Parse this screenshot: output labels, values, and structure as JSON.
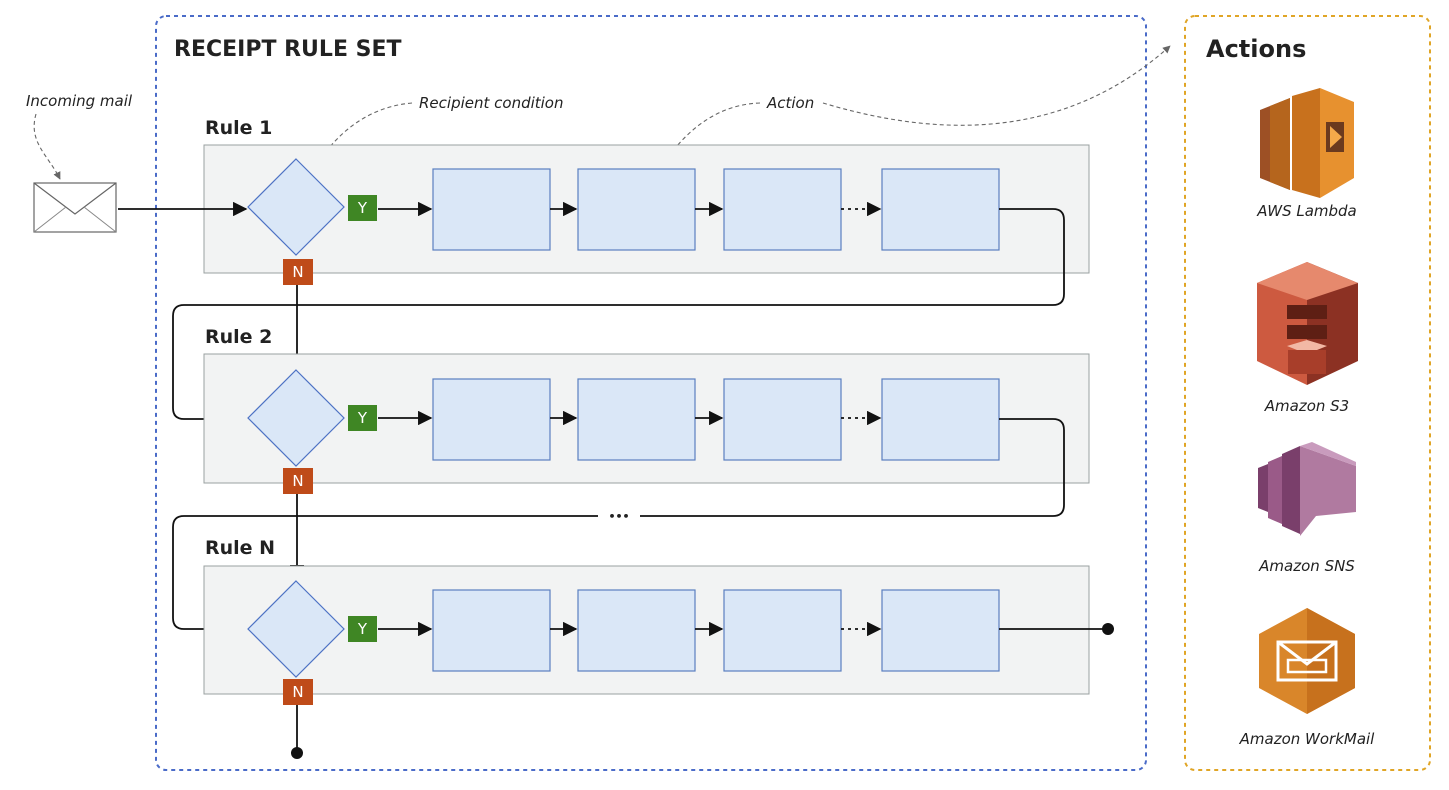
{
  "rule_set": {
    "title": "RECEIPT RULE SET"
  },
  "annotations": {
    "incoming_mail": "Incoming mail",
    "recipient_condition": "Recipient condition",
    "action": "Action"
  },
  "rules": [
    {
      "label": "Rule 1",
      "yes": "Y",
      "no": "N"
    },
    {
      "label": "Rule 2",
      "yes": "Y",
      "no": "N"
    },
    {
      "label": "Rule N",
      "yes": "Y",
      "no": "N"
    }
  ],
  "ellipsis": "•••",
  "actions_panel": {
    "title": "Actions",
    "services": [
      {
        "name": "AWS Lambda",
        "icon": "aws-lambda-icon"
      },
      {
        "name": "Amazon S3",
        "icon": "amazon-s3-icon"
      },
      {
        "name": "Amazon SNS",
        "icon": "amazon-sns-icon"
      },
      {
        "name": "Amazon WorkMail",
        "icon": "amazon-workmail-icon"
      }
    ]
  },
  "colors": {
    "rule_set_border": "#4a6bc8",
    "actions_border": "#e0a526",
    "yes_badge": "#3f8624",
    "no_badge": "#bf4b19",
    "action_fill": "#dae7f7",
    "lambda": "#e7912f",
    "s3": "#cd5a40",
    "sns": "#b07aa0",
    "workmail": "#d9862a"
  }
}
